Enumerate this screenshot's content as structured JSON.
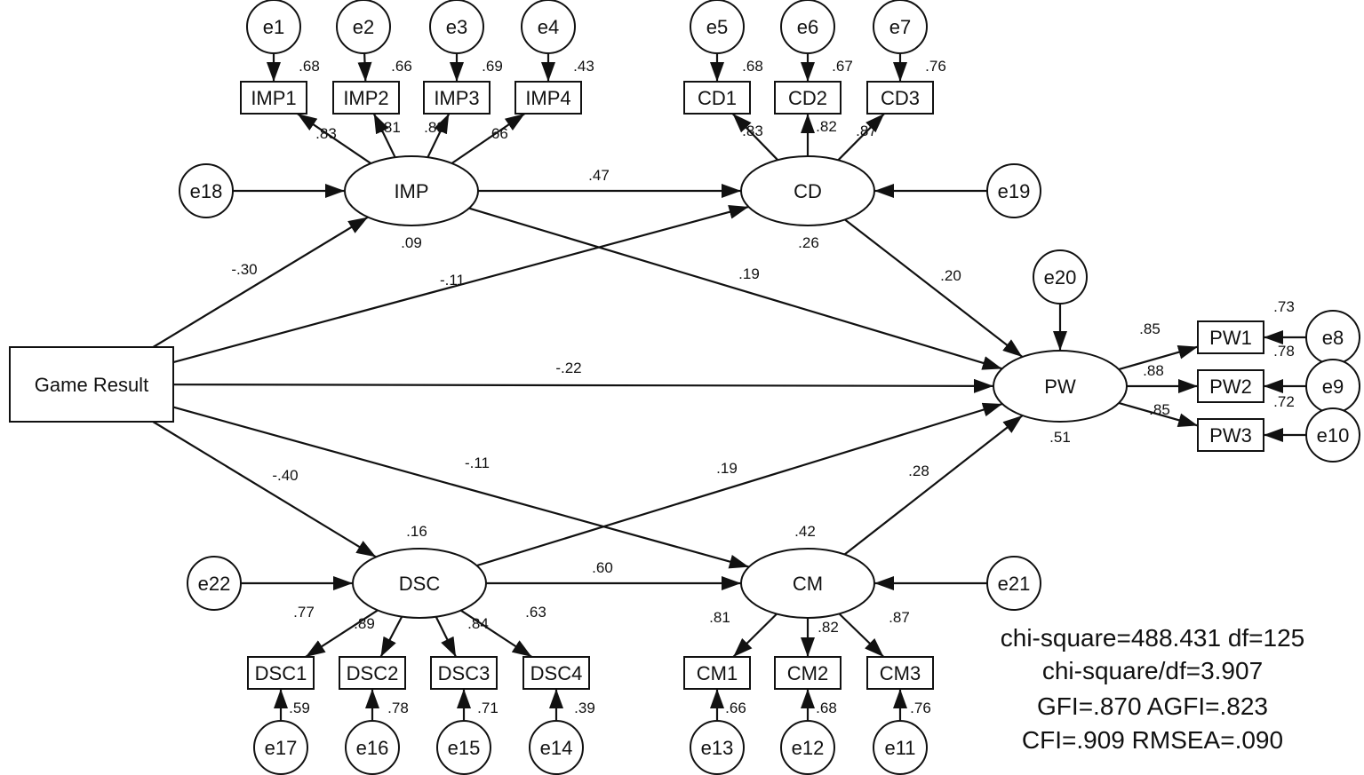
{
  "diagram": {
    "nodes": [
      {
        "id": "e1",
        "label": "e1",
        "shape": "circle"
      },
      {
        "id": "e2",
        "label": "e2",
        "shape": "circle"
      },
      {
        "id": "e3",
        "label": "e3",
        "shape": "circle"
      },
      {
        "id": "e4",
        "label": "e4",
        "shape": "circle"
      },
      {
        "id": "e5",
        "label": "e5",
        "shape": "circle"
      },
      {
        "id": "e6",
        "label": "e6",
        "shape": "circle"
      },
      {
        "id": "e7",
        "label": "e7",
        "shape": "circle"
      },
      {
        "id": "e8",
        "label": "e8",
        "shape": "circle"
      },
      {
        "id": "e9",
        "label": "e9",
        "shape": "circle"
      },
      {
        "id": "e10",
        "label": "e10",
        "shape": "circle"
      },
      {
        "id": "e11",
        "label": "e11",
        "shape": "circle"
      },
      {
        "id": "e12",
        "label": "e12",
        "shape": "circle"
      },
      {
        "id": "e13",
        "label": "e13",
        "shape": "circle"
      },
      {
        "id": "e14",
        "label": "e14",
        "shape": "circle"
      },
      {
        "id": "e15",
        "label": "e15",
        "shape": "circle"
      },
      {
        "id": "e16",
        "label": "e16",
        "shape": "circle"
      },
      {
        "id": "e17",
        "label": "e17",
        "shape": "circle"
      },
      {
        "id": "e18",
        "label": "e18",
        "shape": "circle"
      },
      {
        "id": "e19",
        "label": "e19",
        "shape": "circle"
      },
      {
        "id": "e20",
        "label": "e20",
        "shape": "circle"
      },
      {
        "id": "e21",
        "label": "e21",
        "shape": "circle"
      },
      {
        "id": "e22",
        "label": "e22",
        "shape": "circle"
      },
      {
        "id": "IMP1",
        "label": "IMP1",
        "shape": "rect"
      },
      {
        "id": "IMP2",
        "label": "IMP2",
        "shape": "rect"
      },
      {
        "id": "IMP3",
        "label": "IMP3",
        "shape": "rect"
      },
      {
        "id": "IMP4",
        "label": "IMP4",
        "shape": "rect"
      },
      {
        "id": "CD1",
        "label": "CD1",
        "shape": "rect"
      },
      {
        "id": "CD2",
        "label": "CD2",
        "shape": "rect"
      },
      {
        "id": "CD3",
        "label": "CD3",
        "shape": "rect"
      },
      {
        "id": "PW1",
        "label": "PW1",
        "shape": "rect"
      },
      {
        "id": "PW2",
        "label": "PW2",
        "shape": "rect"
      },
      {
        "id": "PW3",
        "label": "PW3",
        "shape": "rect"
      },
      {
        "id": "DSC1",
        "label": "DSC1",
        "shape": "rect"
      },
      {
        "id": "DSC2",
        "label": "DSC2",
        "shape": "rect"
      },
      {
        "id": "DSC3",
        "label": "DSC3",
        "shape": "rect"
      },
      {
        "id": "DSC4",
        "label": "DSC4",
        "shape": "rect"
      },
      {
        "id": "CM1",
        "label": "CM1",
        "shape": "rect"
      },
      {
        "id": "CM2",
        "label": "CM2",
        "shape": "rect"
      },
      {
        "id": "CM3",
        "label": "CM3",
        "shape": "rect"
      },
      {
        "id": "GR",
        "label": "Game Result",
        "shape": "rect"
      },
      {
        "id": "IMP",
        "label": "IMP",
        "shape": "ellipse"
      },
      {
        "id": "CD",
        "label": "CD",
        "shape": "ellipse"
      },
      {
        "id": "PW",
        "label": "PW",
        "shape": "ellipse"
      },
      {
        "id": "DSC",
        "label": "DSC",
        "shape": "ellipse"
      },
      {
        "id": "CM",
        "label": "CM",
        "shape": "ellipse"
      }
    ],
    "edges": [
      {
        "from": "e1",
        "to": "IMP1"
      },
      {
        "from": "e2",
        "to": "IMP2"
      },
      {
        "from": "e3",
        "to": "IMP3"
      },
      {
        "from": "e4",
        "to": "IMP4"
      },
      {
        "from": "e5",
        "to": "CD1"
      },
      {
        "from": "e6",
        "to": "CD2"
      },
      {
        "from": "e7",
        "to": "CD3"
      },
      {
        "from": "e8",
        "to": "PW1"
      },
      {
        "from": "e9",
        "to": "PW2"
      },
      {
        "from": "e10",
        "to": "PW3"
      },
      {
        "from": "e17",
        "to": "DSC1"
      },
      {
        "from": "e16",
        "to": "DSC2"
      },
      {
        "from": "e15",
        "to": "DSC3"
      },
      {
        "from": "e14",
        "to": "DSC4"
      },
      {
        "from": "e13",
        "to": "CM1"
      },
      {
        "from": "e12",
        "to": "CM2"
      },
      {
        "from": "e11",
        "to": "CM3"
      },
      {
        "from": "IMP",
        "to": "IMP1"
      },
      {
        "from": "IMP",
        "to": "IMP2"
      },
      {
        "from": "IMP",
        "to": "IMP3"
      },
      {
        "from": "IMP",
        "to": "IMP4"
      },
      {
        "from": "CD",
        "to": "CD1"
      },
      {
        "from": "CD",
        "to": "CD2"
      },
      {
        "from": "CD",
        "to": "CD3"
      },
      {
        "from": "PW",
        "to": "PW1"
      },
      {
        "from": "PW",
        "to": "PW2"
      },
      {
        "from": "PW",
        "to": "PW3"
      },
      {
        "from": "DSC",
        "to": "DSC1"
      },
      {
        "from": "DSC",
        "to": "DSC2"
      },
      {
        "from": "DSC",
        "to": "DSC3"
      },
      {
        "from": "DSC",
        "to": "DSC4"
      },
      {
        "from": "CM",
        "to": "CM1"
      },
      {
        "from": "CM",
        "to": "CM2"
      },
      {
        "from": "CM",
        "to": "CM3"
      },
      {
        "from": "e18",
        "to": "IMP"
      },
      {
        "from": "e19",
        "to": "CD"
      },
      {
        "from": "e20",
        "to": "PW"
      },
      {
        "from": "e22",
        "to": "DSC"
      },
      {
        "from": "e21",
        "to": "CM"
      },
      {
        "from": "GR",
        "to": "IMP"
      },
      {
        "from": "GR",
        "to": "CD"
      },
      {
        "from": "GR",
        "to": "PW"
      },
      {
        "from": "GR",
        "to": "DSC"
      },
      {
        "from": "GR",
        "to": "CM"
      },
      {
        "from": "IMP",
        "to": "CD"
      },
      {
        "from": "IMP",
        "to": "PW"
      },
      {
        "from": "CD",
        "to": "PW"
      },
      {
        "from": "DSC",
        "to": "CM"
      },
      {
        "from": "DSC",
        "to": "PW"
      },
      {
        "from": "CM",
        "to": "PW"
      }
    ],
    "coefficients": [
      {
        "id": "r-imp1",
        "text": ".68"
      },
      {
        "id": "r-imp2",
        "text": ".66"
      },
      {
        "id": "r-imp3",
        "text": ".69"
      },
      {
        "id": "r-imp4",
        "text": ".43"
      },
      {
        "id": "r-cd1",
        "text": ".68"
      },
      {
        "id": "r-cd2",
        "text": ".67"
      },
      {
        "id": "r-cd3",
        "text": ".76"
      },
      {
        "id": "l-imp1",
        "text": ".83"
      },
      {
        "id": "l-imp2",
        "text": ".81"
      },
      {
        "id": "l-imp3",
        "text": ".83"
      },
      {
        "id": "l-imp4",
        "text": ".66"
      },
      {
        "id": "l-cd1",
        "text": ".83"
      },
      {
        "id": "l-cd2",
        "text": ".82"
      },
      {
        "id": "l-cd3",
        "text": ".87"
      },
      {
        "id": "p-imp-cd",
        "text": ".47"
      },
      {
        "id": "r2-imp",
        "text": ".09"
      },
      {
        "id": "r2-cd",
        "text": ".26"
      },
      {
        "id": "p-gr-imp",
        "text": "-.30"
      },
      {
        "id": "p-gr-cd",
        "text": "-.11"
      },
      {
        "id": "p-imp-pw",
        "text": ".19"
      },
      {
        "id": "p-cd-pw",
        "text": ".20"
      },
      {
        "id": "r-pw1",
        "text": ".73"
      },
      {
        "id": "l-pw1",
        "text": ".85"
      },
      {
        "id": "r-pw2",
        "text": ".78"
      },
      {
        "id": "l-pw2",
        "text": ".88"
      },
      {
        "id": "r-pw3",
        "text": ".72"
      },
      {
        "id": "l-pw3",
        "text": ".85"
      },
      {
        "id": "r2-pw",
        "text": ".51"
      },
      {
        "id": "p-gr-pw",
        "text": "-.22"
      },
      {
        "id": "p-gr-dsc",
        "text": "-.40"
      },
      {
        "id": "p-gr-cm",
        "text": "-.11"
      },
      {
        "id": "p-dsc-pw",
        "text": ".19"
      },
      {
        "id": "p-cm-pw",
        "text": ".28"
      },
      {
        "id": "r2-dsc",
        "text": ".16"
      },
      {
        "id": "r2-cm",
        "text": ".42"
      },
      {
        "id": "p-dsc-cm",
        "text": ".60"
      },
      {
        "id": "l-dsc1",
        "text": ".77"
      },
      {
        "id": "l-dsc2",
        "text": ".89"
      },
      {
        "id": "l-dsc3",
        "text": ".84"
      },
      {
        "id": "l-dsc4",
        "text": ".63"
      },
      {
        "id": "l-cm1",
        "text": ".81"
      },
      {
        "id": "l-cm2",
        "text": ".82"
      },
      {
        "id": "l-cm3",
        "text": ".87"
      },
      {
        "id": "r-dsc1",
        "text": ".59"
      },
      {
        "id": "r-dsc2",
        "text": ".78"
      },
      {
        "id": "r-dsc3",
        "text": ".71"
      },
      {
        "id": "r-dsc4",
        "text": ".39"
      },
      {
        "id": "r-cm1",
        "text": ".66"
      },
      {
        "id": "r-cm2",
        "text": ".68"
      },
      {
        "id": "r-cm3",
        "text": ".76"
      }
    ],
    "fit_stats": [
      "chi-square=488.431 df=125",
      "chi-square/df=3.907",
      "GFI=.870 AGFI=.823",
      "CFI=.909 RMSEA=.090"
    ]
  }
}
